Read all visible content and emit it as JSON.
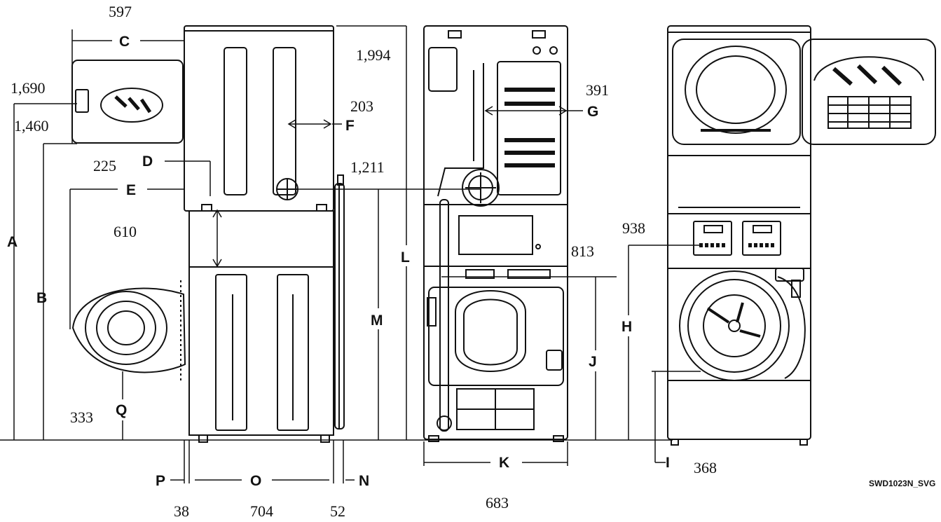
{
  "figure_id": "SWD1023N_SVG",
  "dimensions": [
    {
      "letter": "A",
      "value": "1,690"
    },
    {
      "letter": "B",
      "value": "1,460"
    },
    {
      "letter": "C",
      "value": "597"
    },
    {
      "letter": "D",
      "value": "225"
    },
    {
      "letter": "E",
      "value": "610"
    },
    {
      "letter": "F",
      "value": "203"
    },
    {
      "letter": "G",
      "value": "391"
    },
    {
      "letter": "H",
      "value": "938"
    },
    {
      "letter": "I",
      "value": "368"
    },
    {
      "letter": "J",
      "value": "813"
    },
    {
      "letter": "K",
      "value": "683"
    },
    {
      "letter": "L",
      "value": "1,994"
    },
    {
      "letter": "M",
      "value": "1,211"
    },
    {
      "letter": "N",
      "value": "52"
    },
    {
      "letter": "O",
      "value": "704"
    },
    {
      "letter": "P",
      "value": "38"
    },
    {
      "letter": "Q",
      "value": "333"
    }
  ]
}
